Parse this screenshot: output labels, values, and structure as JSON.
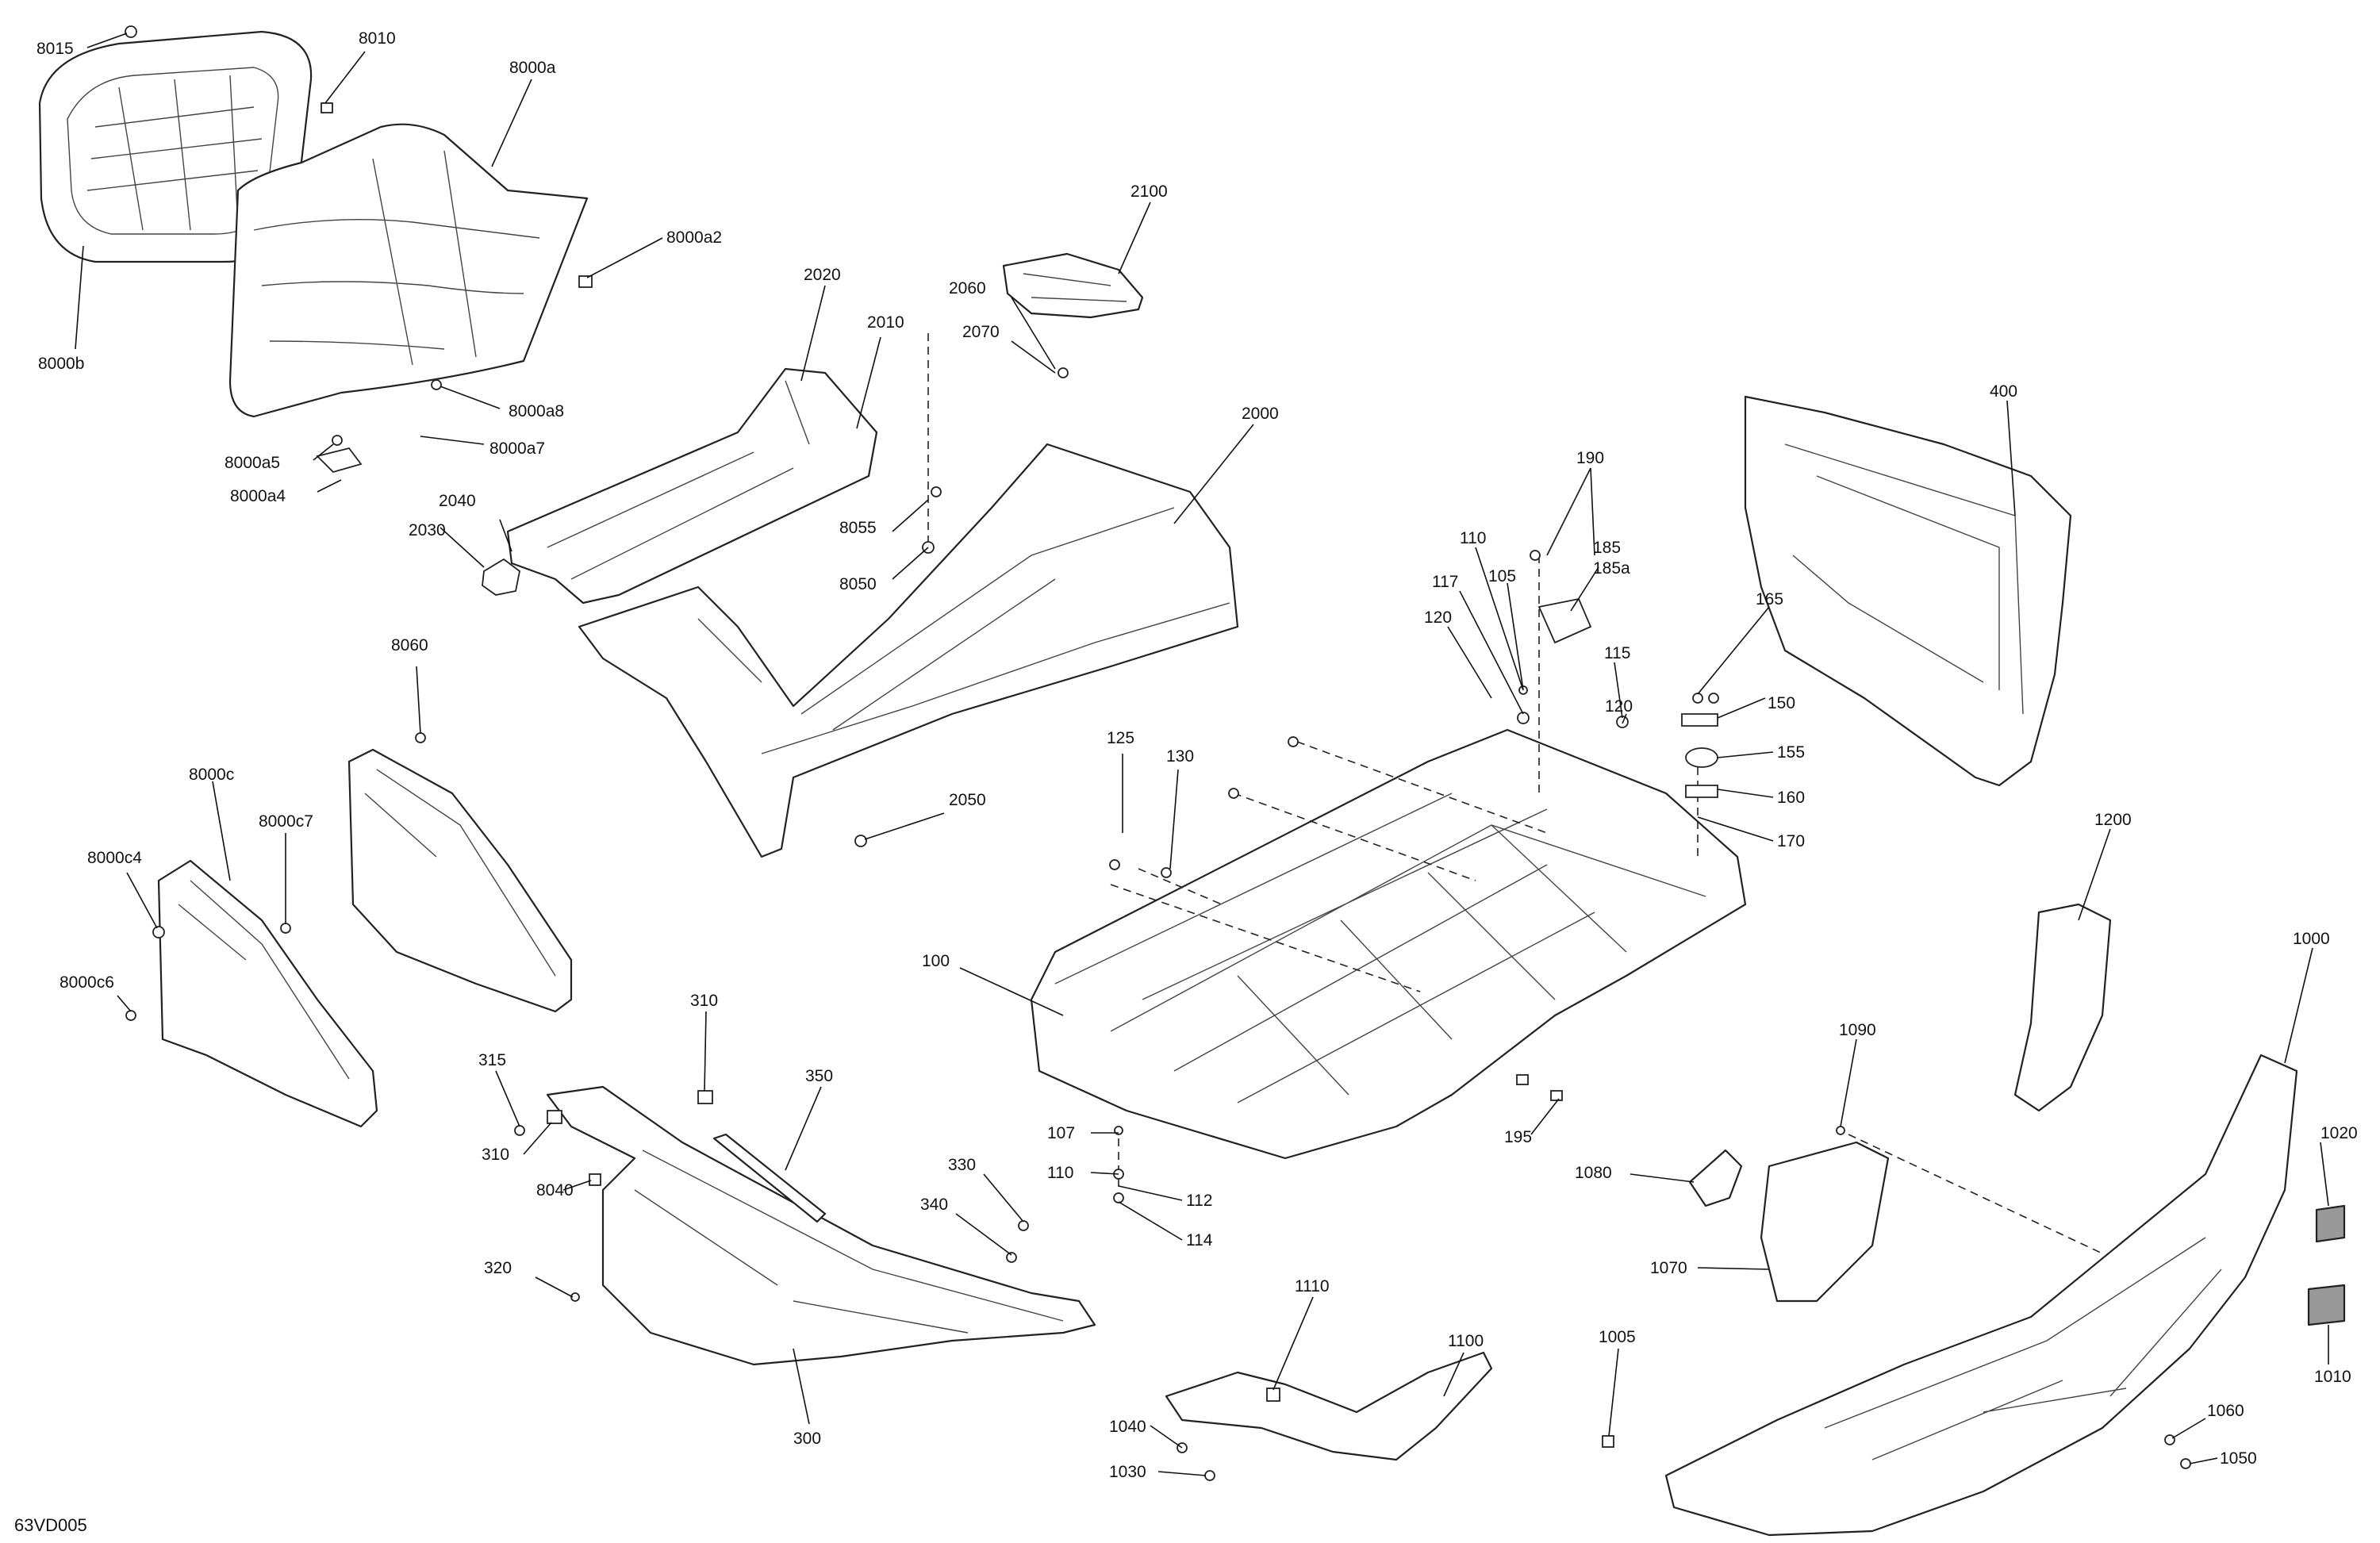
{
  "drawing_code": "63VD005",
  "callouts": [
    {
      "id": "8015"
    },
    {
      "id": "8010"
    },
    {
      "id": "8000a"
    },
    {
      "id": "8000a2"
    },
    {
      "id": "8000b"
    },
    {
      "id": "8000a8"
    },
    {
      "id": "8000a7"
    },
    {
      "id": "8000a5"
    },
    {
      "id": "8000a4"
    },
    {
      "id": "2100"
    },
    {
      "id": "2020"
    },
    {
      "id": "2060"
    },
    {
      "id": "2010"
    },
    {
      "id": "2070"
    },
    {
      "id": "2000"
    },
    {
      "id": "2040"
    },
    {
      "id": "2030"
    },
    {
      "id": "8055"
    },
    {
      "id": "8050"
    },
    {
      "id": "400"
    },
    {
      "id": "190"
    },
    {
      "id": "185"
    },
    {
      "id": "185a"
    },
    {
      "id": "110"
    },
    {
      "id": "117"
    },
    {
      "id": "105"
    },
    {
      "id": "120"
    },
    {
      "id": "115"
    },
    {
      "id": "165"
    },
    {
      "id": "120"
    },
    {
      "id": "150"
    },
    {
      "id": "155"
    },
    {
      "id": "160"
    },
    {
      "id": "170"
    },
    {
      "id": "8060"
    },
    {
      "id": "125"
    },
    {
      "id": "130"
    },
    {
      "id": "2050"
    },
    {
      "id": "8000c"
    },
    {
      "id": "8000c7"
    },
    {
      "id": "8000c4"
    },
    {
      "id": "8000c6"
    },
    {
      "id": "100"
    },
    {
      "id": "1200"
    },
    {
      "id": "1000"
    },
    {
      "id": "310"
    },
    {
      "id": "315"
    },
    {
      "id": "350"
    },
    {
      "id": "310"
    },
    {
      "id": "8040"
    },
    {
      "id": "195"
    },
    {
      "id": "1090"
    },
    {
      "id": "107"
    },
    {
      "id": "110"
    },
    {
      "id": "112"
    },
    {
      "id": "114"
    },
    {
      "id": "330"
    },
    {
      "id": "340"
    },
    {
      "id": "1080"
    },
    {
      "id": "1020"
    },
    {
      "id": "1070"
    },
    {
      "id": "320"
    },
    {
      "id": "300"
    },
    {
      "id": "1110"
    },
    {
      "id": "1100"
    },
    {
      "id": "1005"
    },
    {
      "id": "1040"
    },
    {
      "id": "1030"
    },
    {
      "id": "1060"
    },
    {
      "id": "1050"
    },
    {
      "id": "1010"
    }
  ]
}
